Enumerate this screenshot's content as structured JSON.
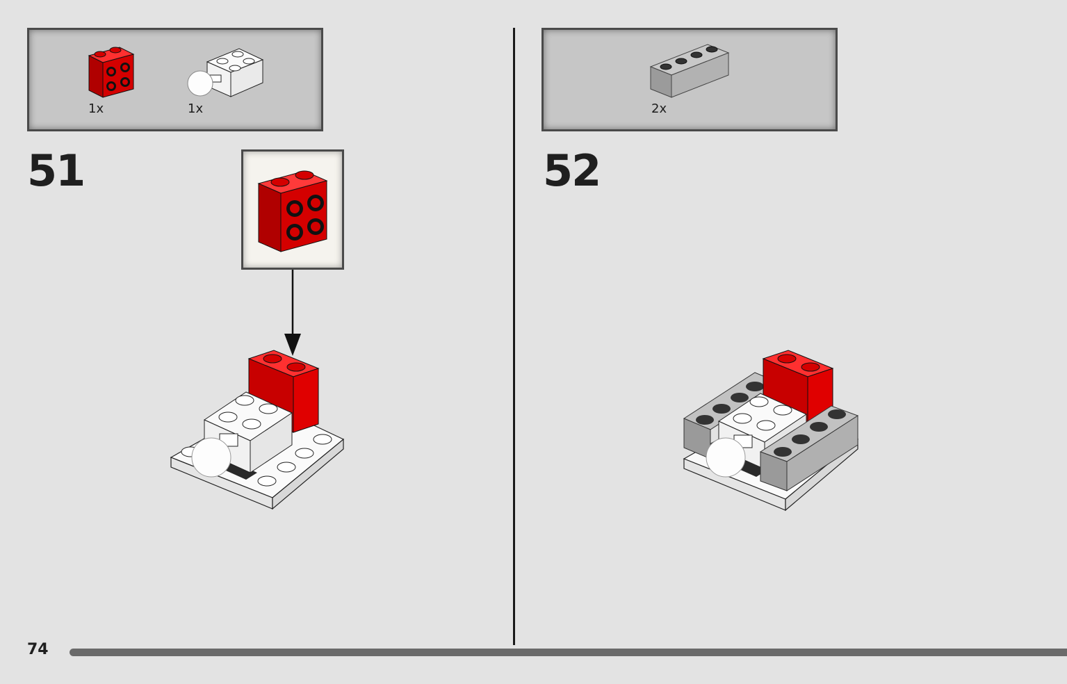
{
  "page": {
    "number": "74"
  },
  "steps": [
    {
      "number": "51",
      "parts": [
        {
          "name": "red-brick-2x2-studs-on-side",
          "quantity": "1x"
        },
        {
          "name": "white-brick-with-ball",
          "quantity": "1x"
        }
      ]
    },
    {
      "number": "52",
      "parts": [
        {
          "name": "gray-brick-1x4",
          "quantity": "2x"
        }
      ]
    }
  ],
  "colors": {
    "background": "#e3e3e3",
    "parts_box": "#c6c6c6",
    "red_brick": "#d40000",
    "gray_brick": "#a9a9a9",
    "white_brick": "#f7f7f7",
    "dark_plate": "#2a2a2a"
  }
}
